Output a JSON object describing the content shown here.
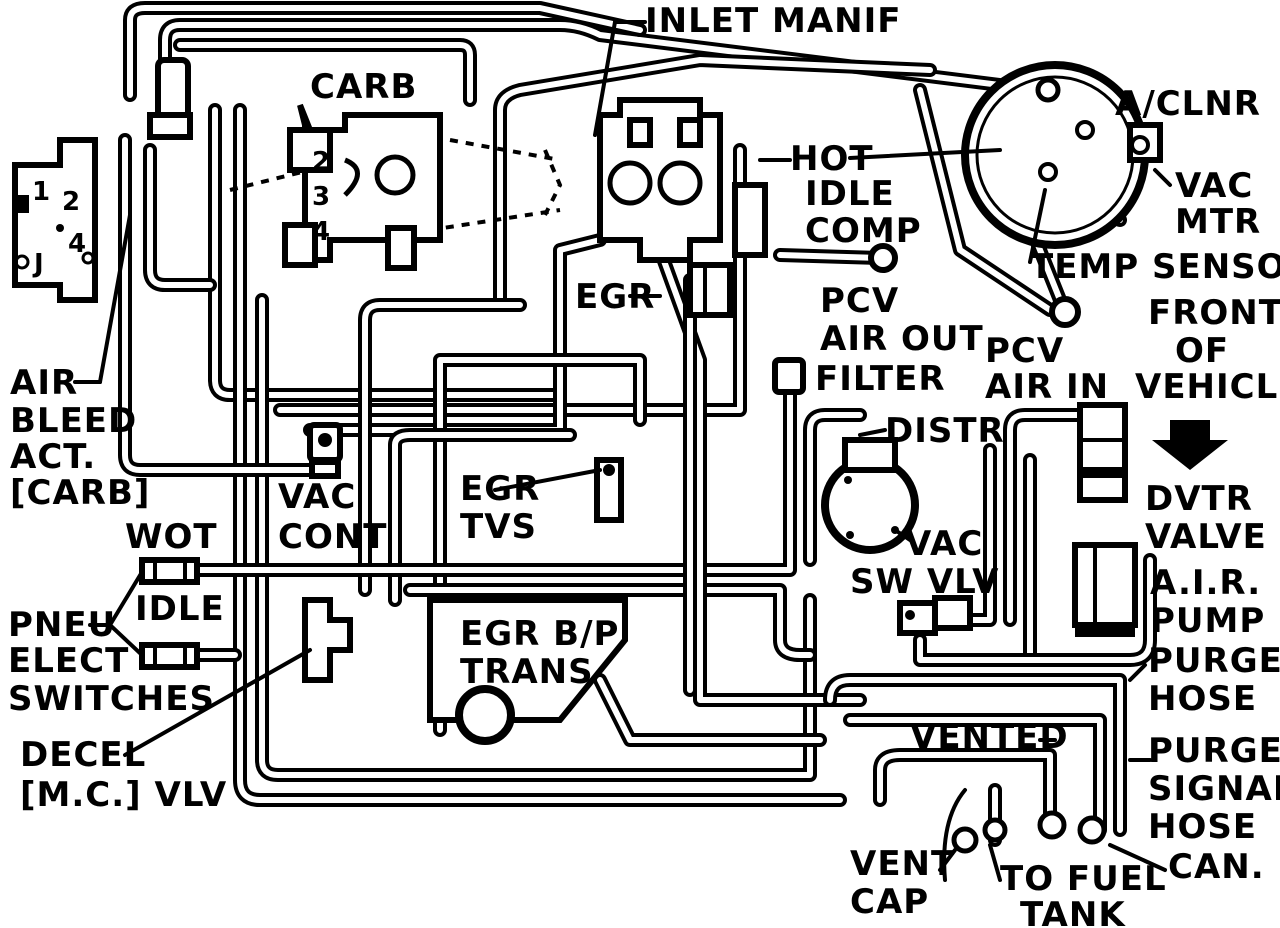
{
  "labels": {
    "inlet_manif": "INLET MANIF",
    "carb": "CARB",
    "a_clnr": "A/CLNR",
    "hot": "HOT",
    "idle": "IDLE",
    "comp": "COMP",
    "vac": "VAC",
    "mtr": "MTR",
    "temp_sensor": "TEMP SENSOR",
    "egr": "EGR",
    "pcv": "PCV",
    "air_out": "AIR OUT",
    "filter": "FILTER",
    "pcv_in": "PCV",
    "air_in": "AIR IN",
    "front": "FRONT",
    "of": "OF",
    "vehicle": "VEHICLE",
    "air": "AIR",
    "bleed": "BLEED",
    "act": "ACT.",
    "carb_paren": "[CARB]",
    "distr": "DISTR",
    "vac_cont_1": "VAC",
    "vac_cont_2": "CONT",
    "egr_tvs_1": "EGR",
    "egr_tvs_2": "TVS",
    "dvtr_1": "DVTR",
    "dvtr_2": "VALVE",
    "wot": "WOT",
    "idle_sw": "IDLE",
    "vac_sw_1": "VAC",
    "vac_sw_2": "SW VLV",
    "air_pump_1": "A.I.R.",
    "air_pump_2": "PUMP",
    "pneu": "PNEU",
    "elect": "ELECT",
    "switches": "SWITCHES",
    "egr_bp_1": "EGR B/P",
    "egr_bp_2": "TRANS",
    "purge_hose_1": "PURGE",
    "purge_hose_2": "HOSE",
    "decel_1": "DECEL",
    "decel_2": "[M.C.] VLV",
    "vented": "VENTED",
    "purge_sig_1": "PURGE",
    "purge_sig_2": "SIGNAL",
    "purge_sig_3": "HOSE",
    "vent_1": "VENT",
    "vent_2": "CAP",
    "to_fuel_1": "TO FUEL",
    "to_fuel_2": "TANK",
    "can": "CAN.",
    "port_2": "2",
    "port_3": "3",
    "port_4": "4",
    "sw_1": "1",
    "sw_2": "2",
    "sw_4": "4",
    "sw_j": "J"
  }
}
